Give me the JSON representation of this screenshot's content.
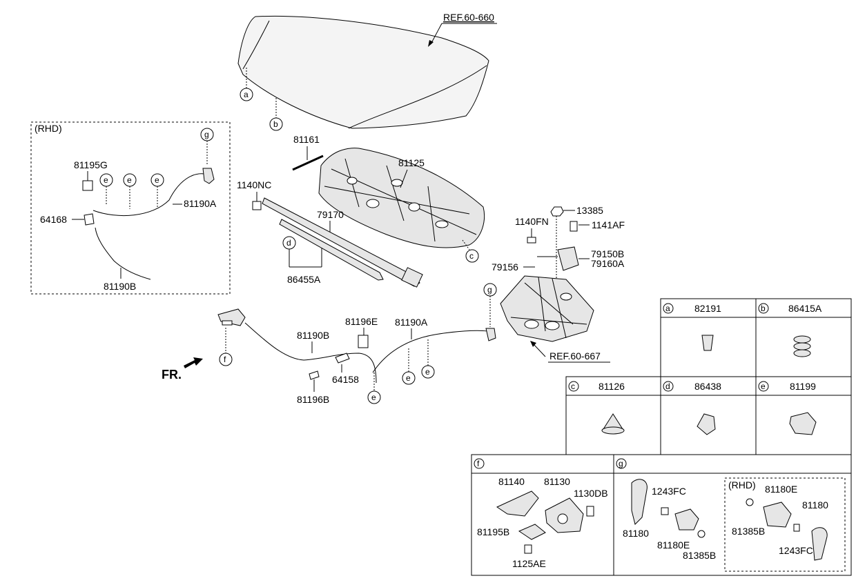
{
  "refs": {
    "hood_ref": "REF.60-660",
    "body_ref": "REF.60-667"
  },
  "front_label": "FR.",
  "rhd_label": "(RHD)",
  "callouts": {
    "a": "a",
    "b": "b",
    "c": "c",
    "d": "d",
    "e": "e",
    "f": "f",
    "g": "g"
  },
  "parts": {
    "p81161": "81161",
    "p81125": "81125",
    "p1140NC": "1140NC",
    "p79170": "79170",
    "p86455A": "86455A",
    "p13385": "13385",
    "p1140FN": "1140FN",
    "p1141AF": "1141AF",
    "p79150B": "79150B",
    "p79160A": "79160A",
    "p79156": "79156",
    "p81195G": "81195G",
    "p81190A_rhd": "81190A",
    "p64168": "64168",
    "p81190B_rhd": "81190B",
    "p81190B": "81190B",
    "p81196E": "81196E",
    "p81190A": "81190A",
    "p64158": "64158",
    "p81196B": "81196B"
  },
  "legend_row1": [
    {
      "key": "a",
      "part": "82191"
    },
    {
      "key": "b",
      "part": "86415A"
    }
  ],
  "legend_row2": [
    {
      "key": "c",
      "part": "81126"
    },
    {
      "key": "d",
      "part": "86438"
    },
    {
      "key": "e",
      "part": "81199"
    }
  ],
  "panel_f": {
    "key": "f",
    "labels": {
      "l81140": "81140",
      "l81130": "81130",
      "l1130DB": "1130DB",
      "l81195B": "81195B",
      "l1125AE": "1125AE"
    }
  },
  "panel_g": {
    "key": "g",
    "labels": {
      "l1243FC": "1243FC",
      "l81180": "81180",
      "l81180E": "81180E",
      "l81385B": "81385B"
    },
    "rhd": {
      "title": "(RHD)",
      "l81180E": "81180E",
      "l81180": "81180",
      "l81385B": "81385B",
      "l1243FC": "1243FC"
    }
  }
}
